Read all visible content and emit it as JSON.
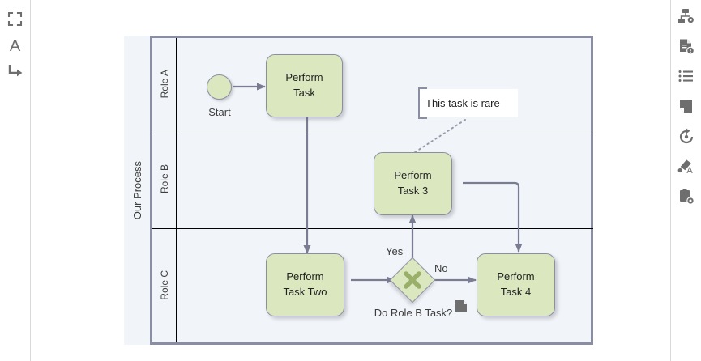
{
  "colors": {
    "task_fill": "#dbe8bf",
    "task_stroke": "#8b8da3",
    "pool_stroke": "#8b8da3",
    "lane_fill": "#f1f4f9",
    "flow_stroke": "#7a7c92",
    "lane_divider": "#000000",
    "annotation_fill": "#ffffff",
    "toolbar_icon": "#6e6e6e",
    "canvas_bg": "#ffffff"
  },
  "left_toolbar": {
    "items": [
      {
        "name": "fit-to-screen-icon",
        "label": "Fit to screen"
      },
      {
        "name": "text-tool-icon",
        "label": "A"
      },
      {
        "name": "connector-tool-icon",
        "label": "Connector"
      }
    ]
  },
  "right_toolbar": {
    "items": [
      {
        "name": "shape-settings-icon",
        "label": "Shape options"
      },
      {
        "name": "document-info-icon",
        "label": "Document properties"
      },
      {
        "name": "list-icon",
        "label": "Outline"
      },
      {
        "name": "page-icon",
        "label": "Page"
      },
      {
        "name": "revision-history-icon",
        "label": "Revision history"
      },
      {
        "name": "format-brush-icon",
        "label": "Format"
      },
      {
        "name": "clipboard-settings-icon",
        "label": "Clipboard options"
      }
    ]
  },
  "diagram": {
    "type": "bpmn-process",
    "pool": {
      "label": "Our Process"
    },
    "lanes": [
      {
        "id": "lane-a",
        "label": "Role A"
      },
      {
        "id": "lane-b",
        "label": "Role B"
      },
      {
        "id": "lane-c",
        "label": "Role C"
      }
    ],
    "events": [
      {
        "id": "start",
        "type": "start-event",
        "label": "Start",
        "lane": "lane-a"
      }
    ],
    "tasks": [
      {
        "id": "task-1",
        "lane": "lane-a",
        "line1": "Perform",
        "line2": "Task"
      },
      {
        "id": "task-3",
        "lane": "lane-b",
        "line1": "Perform",
        "line2": "Task 3"
      },
      {
        "id": "task-two",
        "lane": "lane-c",
        "line1": "Perform",
        "line2": "Task Two"
      },
      {
        "id": "task-4",
        "lane": "lane-c",
        "line1": "Perform",
        "line2": "Task 4"
      }
    ],
    "gateways": [
      {
        "id": "gw-1",
        "type": "exclusive-gateway",
        "label": "Do Role B Task?",
        "lane": "lane-c"
      }
    ],
    "flow_labels": [
      {
        "id": "flow-yes",
        "text": "Yes"
      },
      {
        "id": "flow-no",
        "text": "No"
      }
    ],
    "annotations": [
      {
        "id": "note-1",
        "text": "This task is rare",
        "attached_to": "task-3"
      }
    ],
    "markers": [
      {
        "id": "doc-marker-1",
        "type": "document-marker"
      }
    ]
  }
}
